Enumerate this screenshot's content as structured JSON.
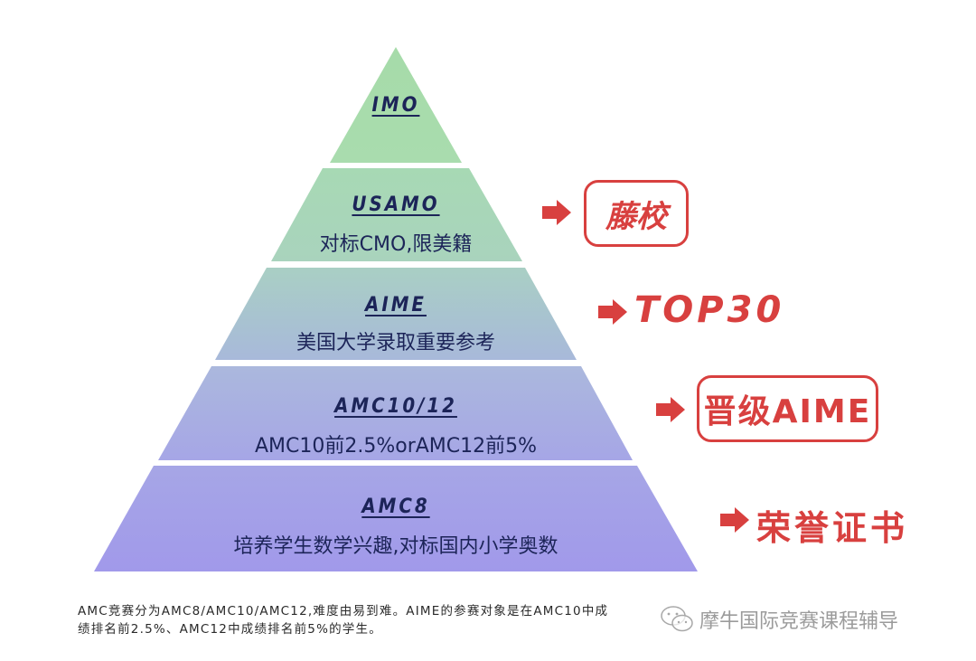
{
  "pyramid": {
    "layers": [
      {
        "title": "IMO",
        "subtitle": "",
        "color_top": "#a6dba9",
        "color_bottom": "#a9dcae"
      },
      {
        "title": "USAMO",
        "subtitle": "对标CMO,限美籍",
        "color_top": "#a7d9b4",
        "color_bottom": "#a9d3bd",
        "outcome": "藤校",
        "outcome_style": "boxed"
      },
      {
        "title": "AIME",
        "subtitle": "美国大学录取重要参考",
        "color_top": "#a9cfc4",
        "color_bottom": "#a8b9da",
        "outcome": "TOP30",
        "outcome_style": "plain-italic"
      },
      {
        "title": "AMC10/12",
        "subtitle": "AMC10前2.5%orAMC12前5%",
        "color_top": "#abb8dd",
        "color_bottom": "#a6a6e6",
        "outcome": "晋级AIME",
        "outcome_style": "boxed"
      },
      {
        "title": "AMC8",
        "subtitle": "培养学生数学兴趣,对标国内小学奥数",
        "color_top": "#a6a6e6",
        "color_bottom": "#a199ea",
        "outcome": "荣誉证书",
        "outcome_style": "plain"
      }
    ],
    "accent_color": "#d8403f",
    "text_color": "#1c2458"
  },
  "caption": {
    "line1": "AMC竞赛分为AMC8/AMC10/AMC12,难度由易到难。AIME的参赛对象是在AMC10中成",
    "line2": "绩排名前2.5%、AMC12中成绩排名前5%的学生。"
  },
  "watermark": {
    "icon": "wechat-icon",
    "text": "摩牛国际竞赛课程辅导"
  }
}
